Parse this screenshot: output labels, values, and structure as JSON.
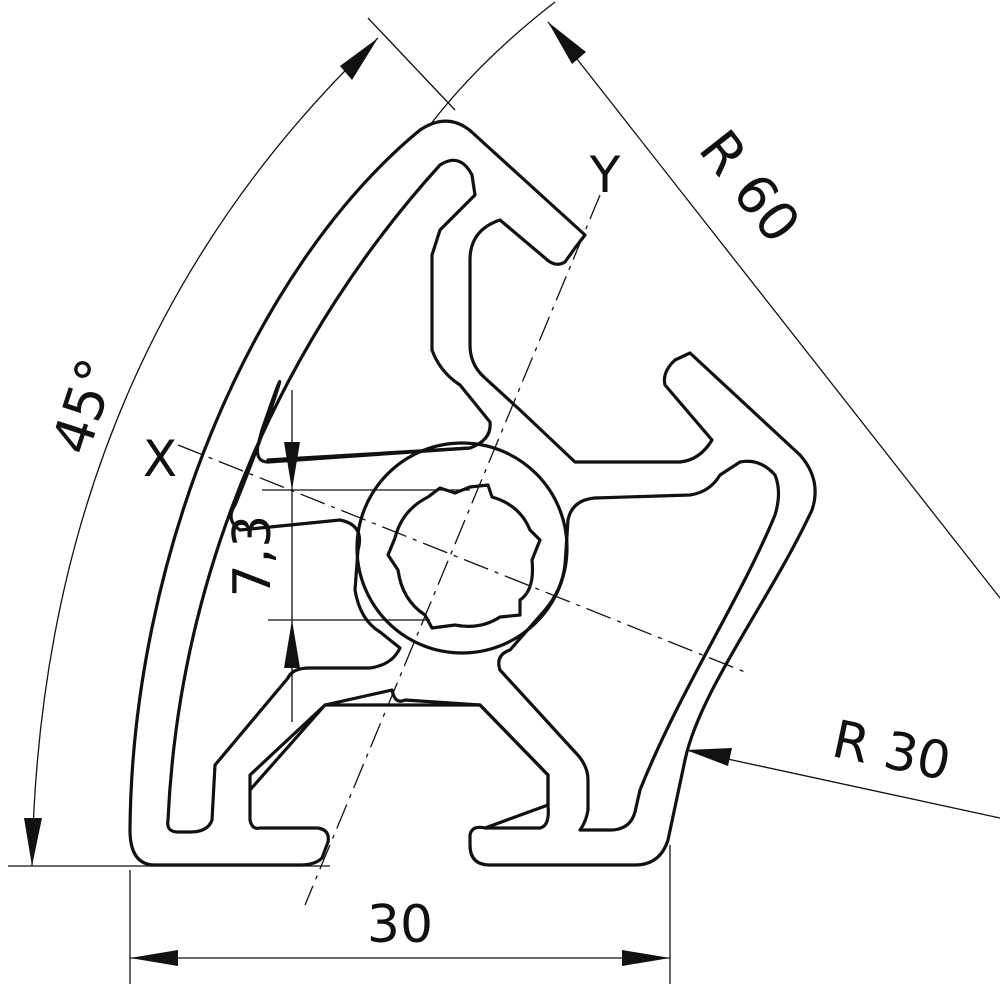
{
  "labels": {
    "angle": "45°",
    "radius_outer": "R 60",
    "radius_inner": "R 30",
    "width": "30",
    "slot_depth": "7,3",
    "axis_x": "X",
    "axis_y": "Y"
  }
}
